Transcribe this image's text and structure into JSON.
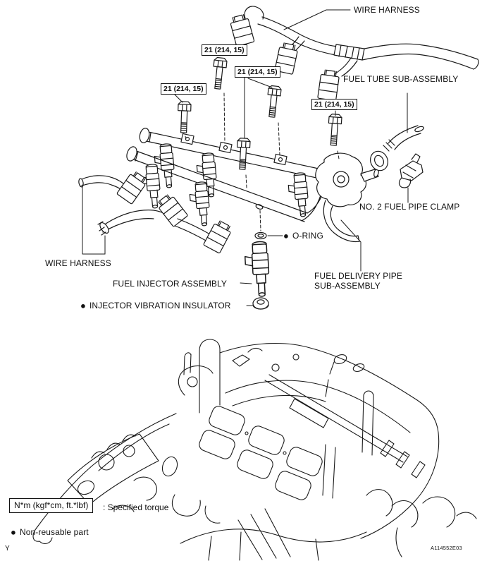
{
  "figure": {
    "page_marker": "Y",
    "drawing_number": "A114552E03"
  },
  "torque": {
    "boxes": [
      "21 (214, 15)",
      "21 (214, 15)",
      "21 (214, 15)",
      "21 (214, 15)"
    ]
  },
  "labels": {
    "wire_harness_top": "WIRE HARNESS",
    "fuel_tube": "FUEL TUBE SUB-ASSEMBLY",
    "pipe_clamp": "NO. 2 FUEL PIPE CLAMP",
    "o_ring": "O-RING",
    "wire_harness_left": "WIRE HARNESS",
    "fuel_injector": "FUEL INJECTOR ASSEMBLY",
    "fuel_delivery_line1": "FUEL DELIVERY PIPE",
    "fuel_delivery_line2": "SUB-ASSEMBLY",
    "vibration_insulator": "INJECTOR VIBRATION INSULATOR"
  },
  "legend": {
    "torque_spec": "N*m (kgf*cm, ft.*lbf)",
    "torque_desc": ": Specified torque",
    "non_reusable": "Non-reusable part"
  },
  "icons": {
    "non_reusable_bullet": "●"
  },
  "colors": {
    "ink": "#1a1a1a",
    "paper": "#ffffff"
  }
}
